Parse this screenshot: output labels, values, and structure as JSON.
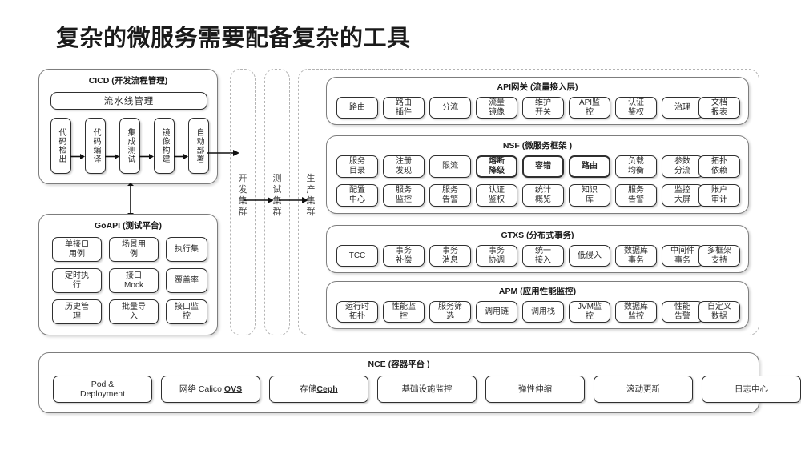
{
  "title": "复杂的微服务需要配备复杂的工具",
  "colors": {
    "panel_border": "#7d7d7d",
    "box_border": "#2f2f2f",
    "cluster_border": "#b3b3b3",
    "text": "#2a2a2a",
    "background": "#ffffff"
  },
  "cicd": {
    "title": "CICD (开发流程管理)",
    "pipeline_label": "流水线管理",
    "stages": [
      {
        "label": "代码检出"
      },
      {
        "label": "代码编译"
      },
      {
        "label": "集成测试"
      },
      {
        "label": "镜像构建"
      },
      {
        "label": "自动部署"
      }
    ]
  },
  "goapi": {
    "title": "GoAPI (测试平台)",
    "items": [
      {
        "label": "单接口\n用例"
      },
      {
        "label": "场景用\n例"
      },
      {
        "label": "执行集"
      },
      {
        "label": "定时执\n行"
      },
      {
        "label": "接口\nMock"
      },
      {
        "label": "覆盖率"
      },
      {
        "label": "历史管\n理"
      },
      {
        "label": "批量导\n入"
      },
      {
        "label": "接口监\n控"
      }
    ]
  },
  "clusters": [
    {
      "label": "开发集群"
    },
    {
      "label": "测试集群"
    },
    {
      "label": "生产集群"
    }
  ],
  "sections": [
    {
      "title": "API网关 (流量接入层)",
      "items": [
        {
          "label": "路由",
          "bold": false
        },
        {
          "label": "路由\n插件",
          "bold": false
        },
        {
          "label": "分流",
          "bold": false
        },
        {
          "label": "流量\n镜像",
          "bold": false
        },
        {
          "label": "维护\n开关",
          "bold": false
        },
        {
          "label": "API监\n控",
          "bold": false
        },
        {
          "label": "认证\n鉴权",
          "bold": false
        },
        {
          "label": "治理",
          "bold": false
        },
        {
          "label": "文档\n报表",
          "bold": false
        }
      ]
    },
    {
      "title": "NSF (微服务框架 )",
      "items": [
        {
          "label": "服务\n目录",
          "bold": false
        },
        {
          "label": "注册\n发现",
          "bold": false
        },
        {
          "label": "限流",
          "bold": false
        },
        {
          "label": "熔断\n降级",
          "bold": true
        },
        {
          "label": "容错",
          "bold": true
        },
        {
          "label": "路由",
          "bold": true
        },
        {
          "label": "负载\n均衡",
          "bold": false
        },
        {
          "label": "参数\n分流",
          "bold": false
        },
        {
          "label": "拓扑\n依赖",
          "bold": false
        },
        {
          "label": "配置\n中心",
          "bold": false
        },
        {
          "label": "服务\n监控",
          "bold": false
        },
        {
          "label": "服务\n告警",
          "bold": false
        },
        {
          "label": "认证\n鉴权",
          "bold": false
        },
        {
          "label": "统计\n概览",
          "bold": false
        },
        {
          "label": "知识\n库",
          "bold": false
        },
        {
          "label": "服务\n告警",
          "bold": false
        },
        {
          "label": "监控\n大屏",
          "bold": false
        },
        {
          "label": "账户\n审计",
          "bold": false
        }
      ]
    },
    {
      "title": "GTXS (分布式事务)",
      "items": [
        {
          "label": "TCC",
          "bold": false
        },
        {
          "label": "事务\n补偿",
          "bold": false
        },
        {
          "label": "事务\n消息",
          "bold": false
        },
        {
          "label": "事务\n协调",
          "bold": false
        },
        {
          "label": "统一\n接入",
          "bold": false
        },
        {
          "label": "低侵入",
          "bold": false
        },
        {
          "label": "数据库\n事务",
          "bold": false
        },
        {
          "label": "中间件\n事务",
          "bold": false
        },
        {
          "label": "多框架\n支持",
          "bold": false
        }
      ]
    },
    {
      "title": "APM (应用性能监控)",
      "items": [
        {
          "label": "运行时\n拓扑",
          "bold": false
        },
        {
          "label": "性能监\n控",
          "bold": false
        },
        {
          "label": "服务筛\n选",
          "bold": false
        },
        {
          "label": "调用链",
          "bold": false
        },
        {
          "label": "调用栈",
          "bold": false
        },
        {
          "label": "JVM监\n控",
          "bold": false
        },
        {
          "label": "数据库\n监控",
          "bold": false
        },
        {
          "label": "性能\n告警",
          "bold": false
        },
        {
          "label": "自定义\n数据",
          "bold": false
        }
      ]
    }
  ],
  "nce": {
    "title": "NCE (容器平台 )",
    "items": [
      {
        "label": "Pod &\nDeployment",
        "emphasis": ""
      },
      {
        "label": "网络 Calico, ",
        "emphasis": "OVS"
      },
      {
        "label": "存储 ",
        "emphasis": "Ceph"
      },
      {
        "label": "基础设施监控",
        "emphasis": ""
      },
      {
        "label": "弹性伸缩",
        "emphasis": ""
      },
      {
        "label": "滚动更新",
        "emphasis": ""
      },
      {
        "label": "日志中心",
        "emphasis": ""
      }
    ]
  }
}
